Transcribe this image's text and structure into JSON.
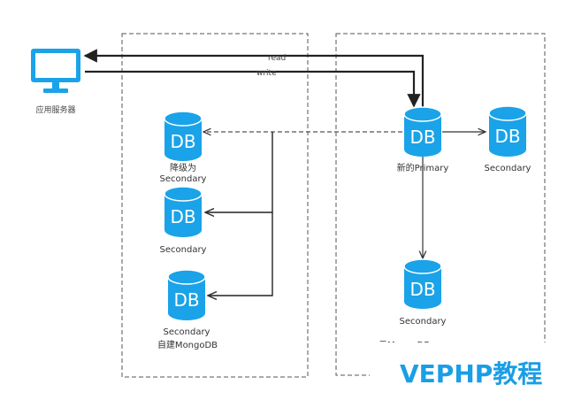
{
  "colors": {
    "db_fill": "#1aa3e8",
    "db_stroke": "#ffffff",
    "monitor_fill": "#1aa3e8",
    "line": "#222222",
    "dashed": "#555555",
    "text": "#333333",
    "watermark": "#1a9ee6"
  },
  "app_server": {
    "icon": "monitor-icon",
    "label": "应用服务器"
  },
  "edges": {
    "read_label": "read",
    "write_label": "write"
  },
  "left_group": {
    "label": "自建MongoDB",
    "nodes": [
      {
        "db_text": "DB",
        "label_line1": "降级为",
        "label_line2": "Secondary"
      },
      {
        "db_text": "DB",
        "label_line1": "Secondary"
      },
      {
        "db_text": "DB",
        "label_line1": "Secondary"
      }
    ]
  },
  "right_group": {
    "label": "云MongoDB",
    "primary": {
      "db_text": "DB",
      "label": "新的Primary"
    },
    "secondaries": [
      {
        "db_text": "DB",
        "label": "Secondary"
      },
      {
        "db_text": "DB",
        "label": "Secondary"
      }
    ]
  },
  "watermark": {
    "text": "VEPHP教程"
  }
}
